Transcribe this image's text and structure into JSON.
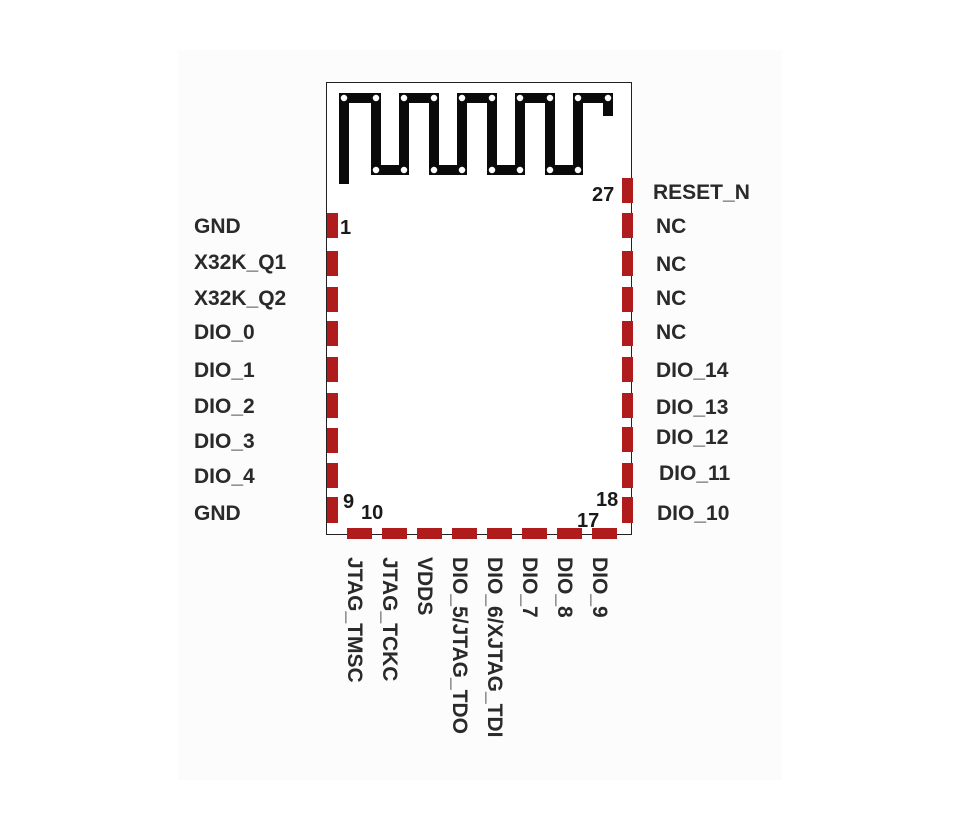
{
  "colors": {
    "pad": "#b01c1c",
    "outline": "#222222",
    "antenna": "#0a0a0a",
    "text": "#2a2a2a"
  },
  "pin_numbers": {
    "first_left": "1",
    "last_left": "9",
    "first_bottom": "10",
    "last_bottom": "17",
    "first_right": "18",
    "last_right": "27"
  },
  "left_pins": [
    "GND",
    "X32K_Q1",
    "X32K_Q2",
    "DIO_0",
    "DIO_1",
    "DIO_2",
    "DIO_3",
    "DIO_4",
    "GND"
  ],
  "bottom_pins": [
    "JTAG_TMSC",
    "JTAG_TCKC",
    "VDDS",
    "DIO_5/JTAG_TDO",
    "DIO_6/XJTAG_TDI",
    "DIO_7",
    "DIO_8",
    "DIO_9"
  ],
  "right_pins": [
    "DIO_10",
    "DIO_11",
    "DIO_12",
    "DIO_13",
    "DIO_14",
    "NC",
    "NC",
    "NC",
    "NC",
    "RESET_N"
  ]
}
